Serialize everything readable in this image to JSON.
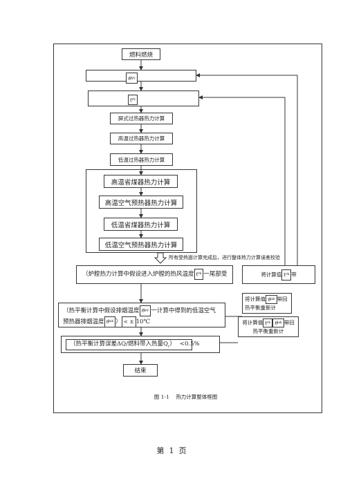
{
  "nodes": {
    "fuel_combustion": "燃料燃烧",
    "theta_py": "ϑ",
    "theta_py_sub": "py",
    "t_rk": "t",
    "t_rk_sub": "rk",
    "screen_superheater": "屏式过热器热力计算",
    "high_temp_superheater": "高温过热器热力计算",
    "low_temp_superheater": "低温过热器热力计算",
    "high_temp_economizer": "高温省煤器热力计算",
    "high_temp_air_preheater": "高温空气预热器热力计算",
    "low_temp_economizer": "低温省煤器热力计算",
    "low_temp_air_preheater": "低温空气预热器热力计算",
    "after_all_note": "所有受热面计算完成后，进行整体热力计算误差校验",
    "furnace_check_pre": "（炉膛热力计算中假设进入炉膛的热风温度",
    "furnace_check_sym": "t",
    "furnace_check_sub": "rk",
    "furnace_check_post": "一尾部受",
    "heat_balance_check_pre": "（热平衡计算中假设排烟温度",
    "heat_balance_check_sym1": "ϑ",
    "heat_balance_check_sub1": "py",
    "heat_balance_check_mid": "一计算中得到的低温空气预热器排烟温度",
    "heat_balance_check_sym2": "ϑ",
    "heat_balance_check_sub2": "xk",
    "heat_balance_check_close": "）",
    "heat_balance_check_cond": "< ±",
    "heat_balance_check_limit": "10℃",
    "error_check_text": "（热平衡计算误差ΔQ/燃料带入热量Q",
    "error_check_sub": "r",
    "error_check_close": "）",
    "error_check_cond": "<",
    "error_check_limit": "0.5%",
    "end": "结束"
  },
  "feedback": {
    "calc_value_pre": "将计算值",
    "calc_value_sym": "t",
    "calc_value_sub": "rk",
    "calc_value_post": "带",
    "return_rebalance_pre": "将计算值",
    "return_rebalance_sym": "ϑ",
    "return_rebalance_sub": "xk",
    "return_rebalance_post": "带回热平衡重新计",
    "return_rebalance2_pre": "将计算值",
    "return_rebalance2_sym1": "t",
    "return_rebalance2_sub1": "rk",
    "return_rebalance2_sym2": "ϑ",
    "return_rebalance2_sub2": "xk",
    "return_rebalance2_post": "带回热平衡重新计"
  },
  "caption": "图 1-1    热力计算整体框图",
  "footer": "第  1  页"
}
